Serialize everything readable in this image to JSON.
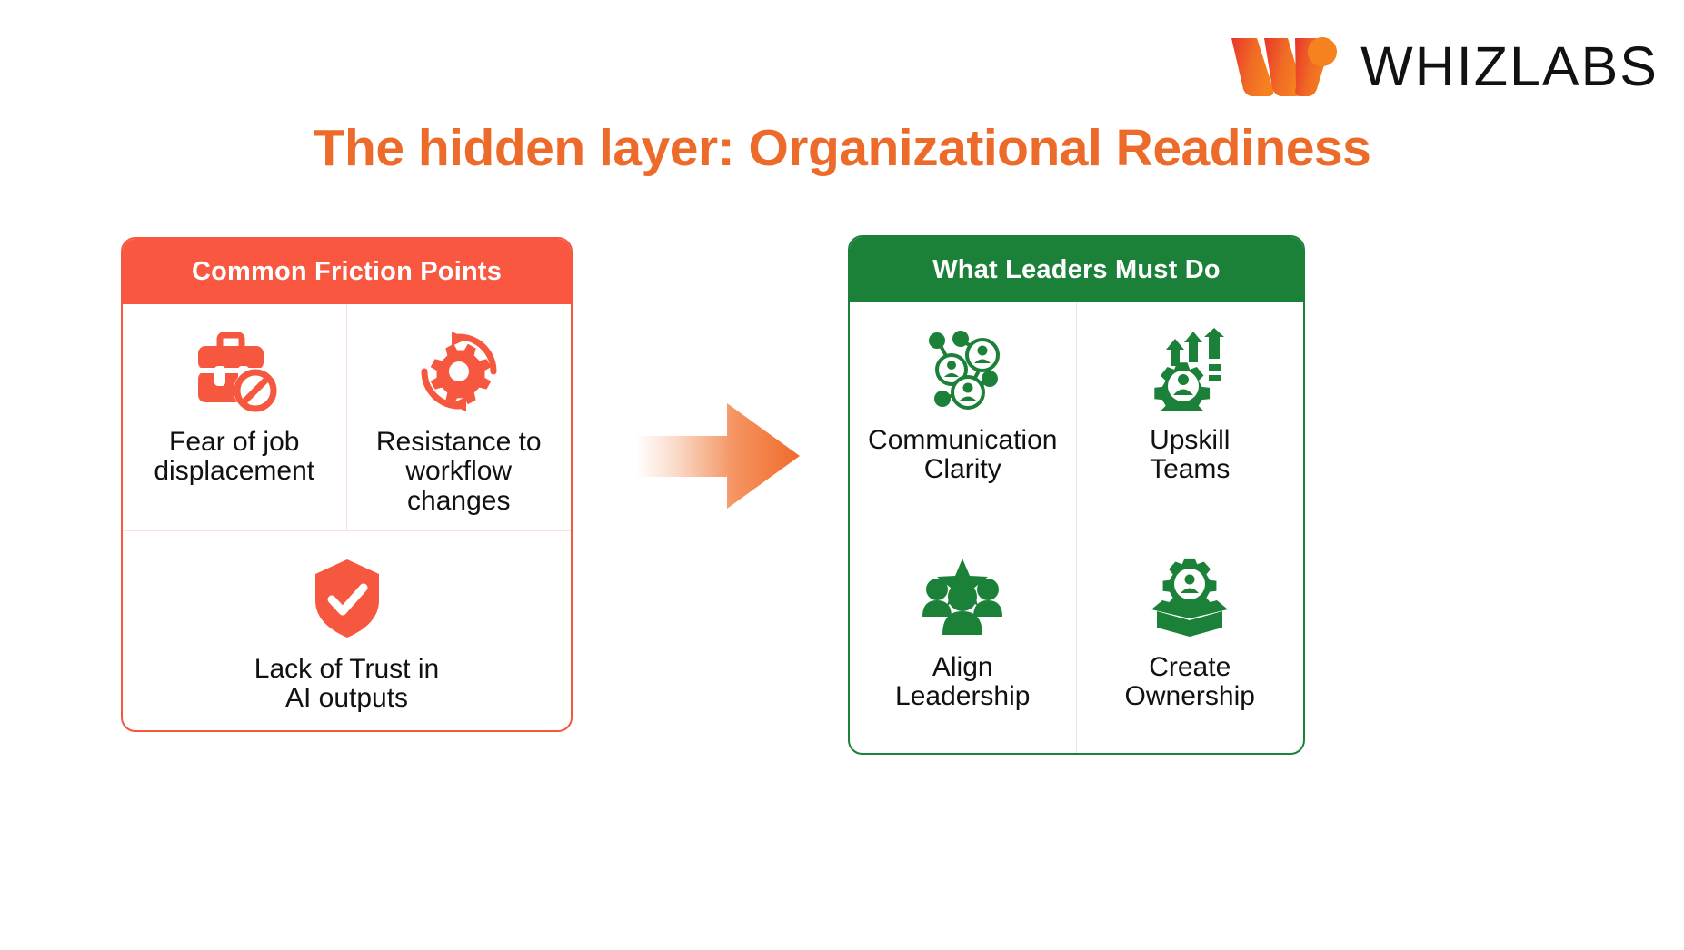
{
  "brand": {
    "name": "WHIZLABS",
    "logo_icon": "whizlabs-w-mark",
    "colors": {
      "gradient_start": "#E8342B",
      "gradient_end": "#F5821F"
    }
  },
  "title": "The hidden layer: Organizational Readiness",
  "colors": {
    "title_orange": "#ED6B2A",
    "friction_red": "#F9573F",
    "leaders_green": "#1B8138",
    "text_black": "#111111",
    "arrow_gradient_start": "#FFFFFF",
    "arrow_gradient_end": "#F0702F"
  },
  "arrow": {
    "icon": "right-arrow-icon",
    "direction": "right"
  },
  "friction_card": {
    "header": "Common Friction Points",
    "accent": "#F9573F",
    "items": [
      {
        "icon": "briefcase-prohibited-icon",
        "label": "Fear of job\ndisplacement"
      },
      {
        "icon": "gear-refresh-cycle-icon",
        "label": "Resistance to\nworkflow\nchanges"
      },
      {
        "icon": "shield-check-icon",
        "label": "Lack of Trust in\nAI outputs"
      }
    ]
  },
  "leaders_card": {
    "header": "What Leaders Must Do",
    "accent": "#1B8138",
    "items": [
      {
        "icon": "people-network-icon",
        "label": "Communication\nClarity"
      },
      {
        "icon": "gear-person-up-arrows-icon",
        "label": "Upskill\nTeams"
      },
      {
        "icon": "team-star-icon",
        "label": "Align\nLeadership"
      },
      {
        "icon": "open-box-gear-person-icon",
        "label": "Create\nOwnership"
      }
    ]
  }
}
